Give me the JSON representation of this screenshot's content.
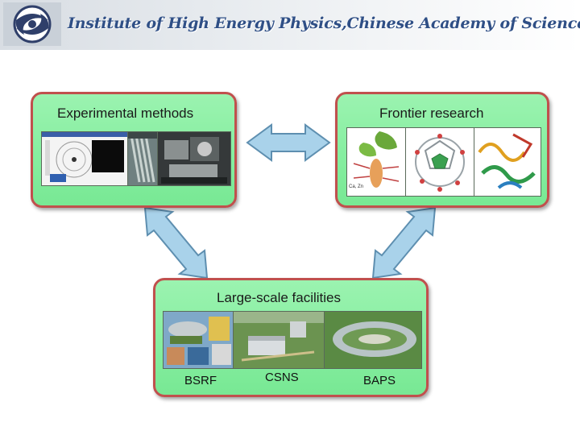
{
  "header": {
    "title": "Institute of High Energy Physics,Chinese Academy of Sciences",
    "logo_icon": "ihep-logo",
    "bg_color": "#dfe4e9",
    "title_color": "#2f4f86"
  },
  "panels": {
    "experimental": {
      "title": "Experimental methods",
      "images": [
        "diffraction-screenshot-image",
        "detector-hardware-image",
        "beamline-equipment-image"
      ]
    },
    "frontier": {
      "title": "Frontier research",
      "images": [
        "plant-cell-image",
        "fullerene-molecule-image",
        "protein-structure-image"
      ]
    },
    "facilities": {
      "title": "Large-scale facilities",
      "captions": [
        "BSRF",
        "CSNS",
        "BAPS"
      ],
      "images": [
        "bsrf-collage-image",
        "csns-building-image",
        "baps-ring-image"
      ]
    }
  },
  "colors": {
    "panel_fill": "#86eea0",
    "panel_border": "#c0504d",
    "arrow_fill": "#a9d2ea",
    "arrow_stroke": "#5e8fb0"
  }
}
